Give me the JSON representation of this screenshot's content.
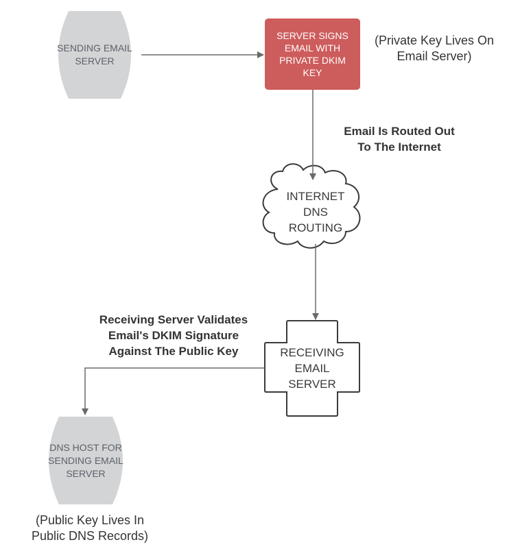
{
  "nodes": {
    "sending_server": {
      "lines": [
        "SENDING EMAIL",
        "SERVER"
      ]
    },
    "signing_step": {
      "lines": [
        "SERVER SIGNS",
        "EMAIL WITH",
        "PRIVATE DKIM",
        "KEY"
      ]
    },
    "internet": {
      "lines": [
        "INTERNET",
        "DNS",
        "ROUTING"
      ]
    },
    "receiving_server": {
      "lines": [
        "RECEIVING",
        "EMAIL",
        "SERVER"
      ]
    },
    "dns_host": {
      "lines": [
        "DNS HOST FOR",
        "SENDING EMAIL",
        "SERVER"
      ]
    }
  },
  "notes": {
    "private_key": {
      "lines": [
        "(Private Key Lives On",
        "Email Server)"
      ]
    },
    "routed": {
      "lines": [
        "Email Is Routed Out",
        "To The Internet"
      ]
    },
    "validates": {
      "lines": [
        "Receiving Server Validates",
        "Email's DKIM Signature",
        "Against The Public Key"
      ]
    },
    "public_key": {
      "lines": [
        "(Public Key Lives In",
        "Public DNS Records)"
      ]
    }
  },
  "colors": {
    "node_gray": "#d3d4d6",
    "signing_red": "#cd5c5c",
    "line": "#6a6a6a",
    "outline": "#3a3a3a"
  }
}
